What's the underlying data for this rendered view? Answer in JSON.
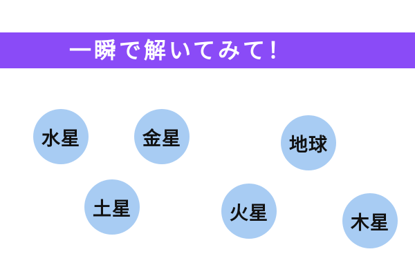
{
  "header": {
    "title": "一瞬で解いてみて！"
  },
  "planets": [
    {
      "label": "水星"
    },
    {
      "label": "金星"
    },
    {
      "label": "地球"
    },
    {
      "label": "土星"
    },
    {
      "label": "火星"
    },
    {
      "label": "木星"
    }
  ],
  "colors": {
    "banner": "#8a4bf7",
    "circle": "#a8ccf3",
    "banner_text": "#ffffff",
    "label_text": "#111111"
  }
}
